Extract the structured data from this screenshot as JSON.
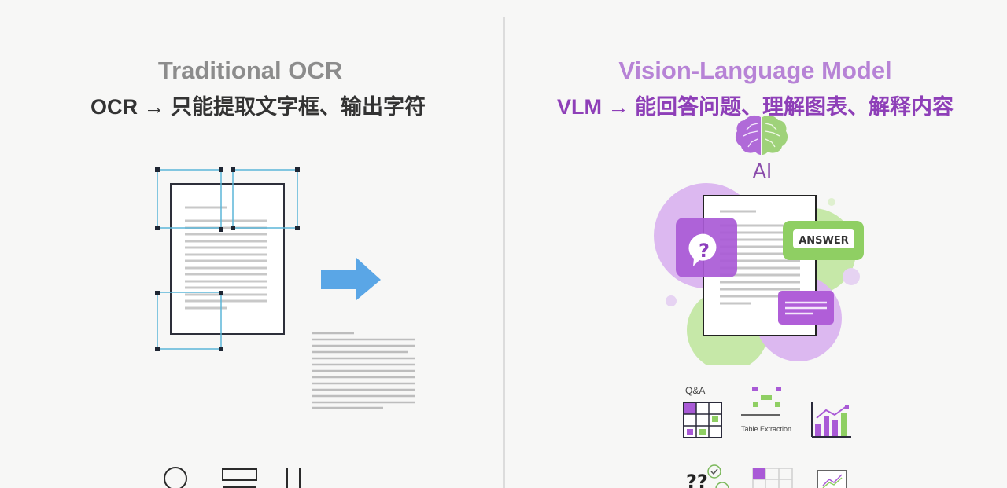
{
  "left": {
    "title": "Traditional OCR",
    "subtitle": "OCR → 只能提取文字框、输出字符",
    "illustration": {
      "document": "scanned-document-with-bounding-boxes",
      "arrow": "right-arrow-icon",
      "output": "extracted-text-lines"
    },
    "bottom_icons": [
      "circle-icon",
      "rectangle-icon",
      "down-arrows-icon"
    ]
  },
  "right": {
    "title": "Vision-Language Model",
    "subtitle": "VLM → 能回答问题、理解图表、解释内容",
    "brain_label": "AI",
    "answer_label": "ANSWER",
    "features": [
      {
        "label": "Q&A",
        "icon": "qa-grid-icon"
      },
      {
        "label": "Table Extraction",
        "icon": "table-extraction-icon"
      },
      {
        "label": "",
        "icon": "bar-line-chart-icon"
      }
    ],
    "bottom_icons": [
      "question-check-icon",
      "grid-icon",
      "trend-chart-icon"
    ]
  },
  "colors": {
    "purple": "#a95ad6",
    "purple_light": "#dcb8f0",
    "green": "#8fcf63",
    "green_light": "#c6e8a8",
    "blue_arrow": "#5aa6e6",
    "box_lines": "#5bb6d8"
  }
}
